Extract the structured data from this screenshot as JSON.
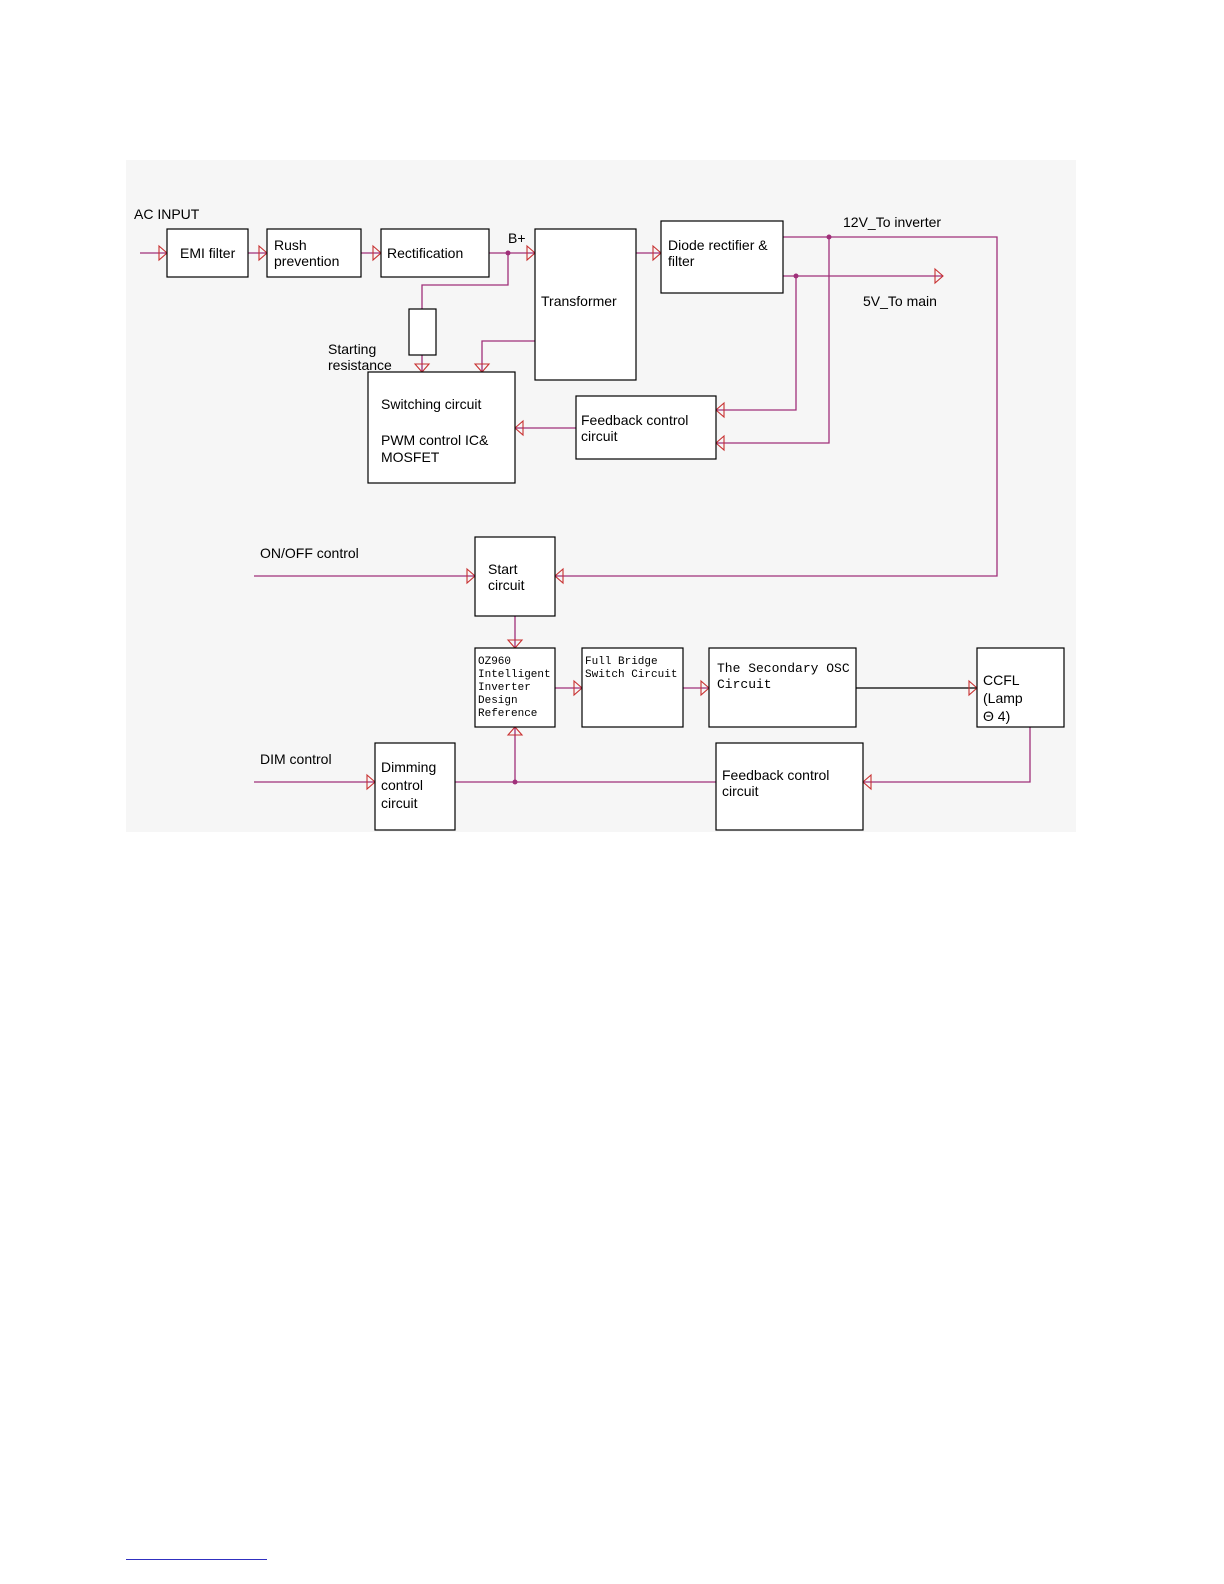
{
  "labels": {
    "ac_input": "AC INPUT",
    "b_plus": "B+",
    "v12": "12V_To inverter",
    "v5": "5V_To main",
    "starting_resistance": [
      "Starting",
      "resistance"
    ],
    "onoff": "ON/OFF control",
    "dim": "DIM control"
  },
  "blocks": {
    "emi": [
      "EMI filter"
    ],
    "rush": [
      "Rush",
      "prevention"
    ],
    "rect": [
      "Rectification"
    ],
    "transformer": [
      "Transformer"
    ],
    "diode": [
      "Diode rectifier &",
      "filter"
    ],
    "switching": [
      "Switching circuit",
      "",
      "PWM control IC&",
      "MOSFET"
    ],
    "feedback_top": [
      "Feedback control",
      "circuit"
    ],
    "start": [
      "Start",
      "circuit"
    ],
    "oz960": [
      "OZ960",
      "Intelligent",
      "Inverter",
      "Design",
      "Reference"
    ],
    "fullbridge": [
      "Full Bridge",
      "Switch Circuit"
    ],
    "secondary": [
      "The Secondary OSC",
      "Circuit"
    ],
    "ccfl": [
      "CCFL",
      "(Lamp",
      "Θ 4)"
    ],
    "dimming": [
      "Dimming",
      "control",
      "circuit"
    ],
    "feedback_bottom": [
      "Feedback control",
      "circuit"
    ]
  },
  "colors": {
    "wire": "#a0307a",
    "arrow": "#c83030",
    "box": "#000000"
  }
}
